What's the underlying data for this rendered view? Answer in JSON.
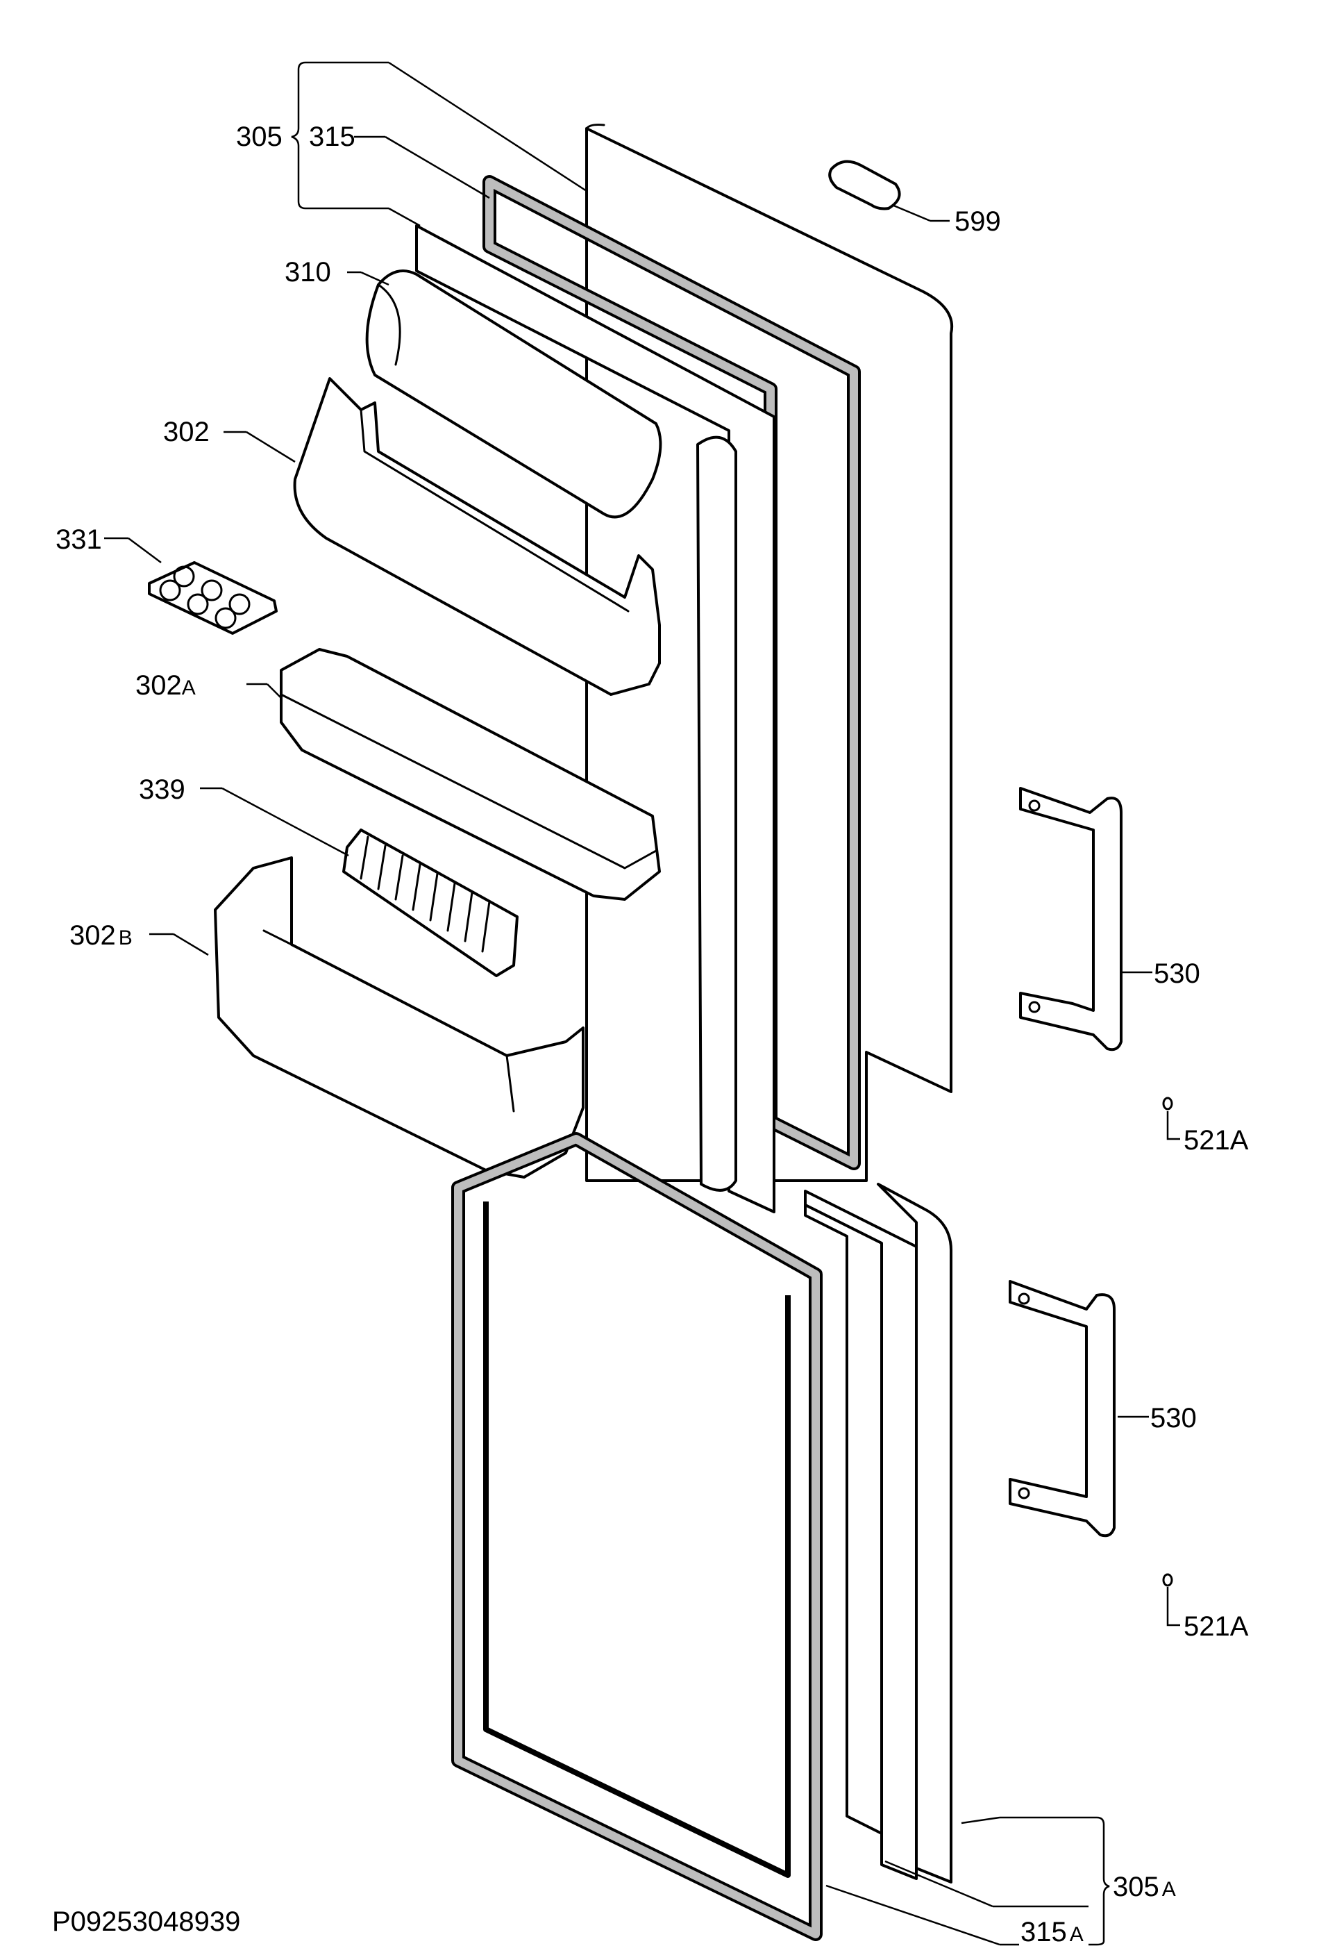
{
  "callouts": {
    "c305": "305",
    "c315": "315",
    "c599": "599",
    "c310": "310",
    "c302": "302",
    "c331": "331",
    "c302a_num": "302",
    "c302a_suffix": "A",
    "c339": "339",
    "c302b_num": "302",
    "c302b_suffix": "B",
    "c530_top": "530",
    "c521a_top": "521A",
    "c530_bottom": "530",
    "c521a_bottom": "521A",
    "c305a_num": "305",
    "c305a_suffix": "A",
    "c315a_num": "315",
    "c315a_suffix": "A"
  },
  "drawing_code": "P09253048939"
}
